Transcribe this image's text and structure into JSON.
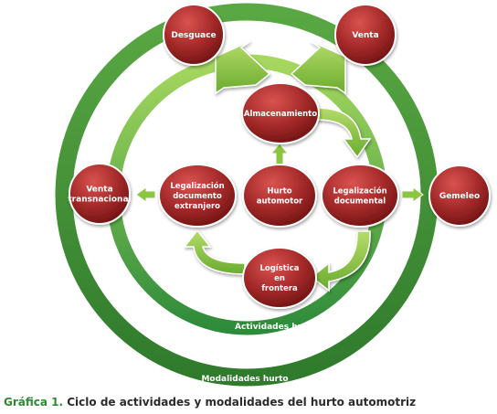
{
  "colors": {
    "outer_ring": "#3f8f3a",
    "inner_ring": "#5cb33a",
    "node_fill": "#a52a2a",
    "arrow_fill": "#8cc63f",
    "caption_label": "#2e8b2e"
  },
  "outer_ring": {
    "label": "Modalidades hurto"
  },
  "inner_ring": {
    "label": "Actividades hurto"
  },
  "nodes": {
    "desguace": {
      "lines": [
        "Desguace"
      ]
    },
    "venta": {
      "lines": [
        "Venta"
      ]
    },
    "venta_transnacional": {
      "lines": [
        "Venta",
        "transnacional"
      ]
    },
    "gemeleo": {
      "lines": [
        "Gemeleo"
      ]
    },
    "almacenamiento": {
      "lines": [
        "Almacenamiento"
      ]
    },
    "legalizacion_documental": {
      "lines": [
        "Legalización",
        "documental"
      ]
    },
    "logistica_frontera": {
      "lines": [
        "Logística",
        "en",
        "frontera"
      ]
    },
    "legalizacion_extranjero": {
      "lines": [
        "Legalización",
        "documento",
        "extranjero"
      ]
    },
    "hurto_automotor": {
      "lines": [
        "Hurto",
        "automotor"
      ]
    }
  },
  "caption": {
    "label": "Gráfica 1.",
    "text": "Ciclo de actividades y modalidades del hurto automotriz"
  }
}
